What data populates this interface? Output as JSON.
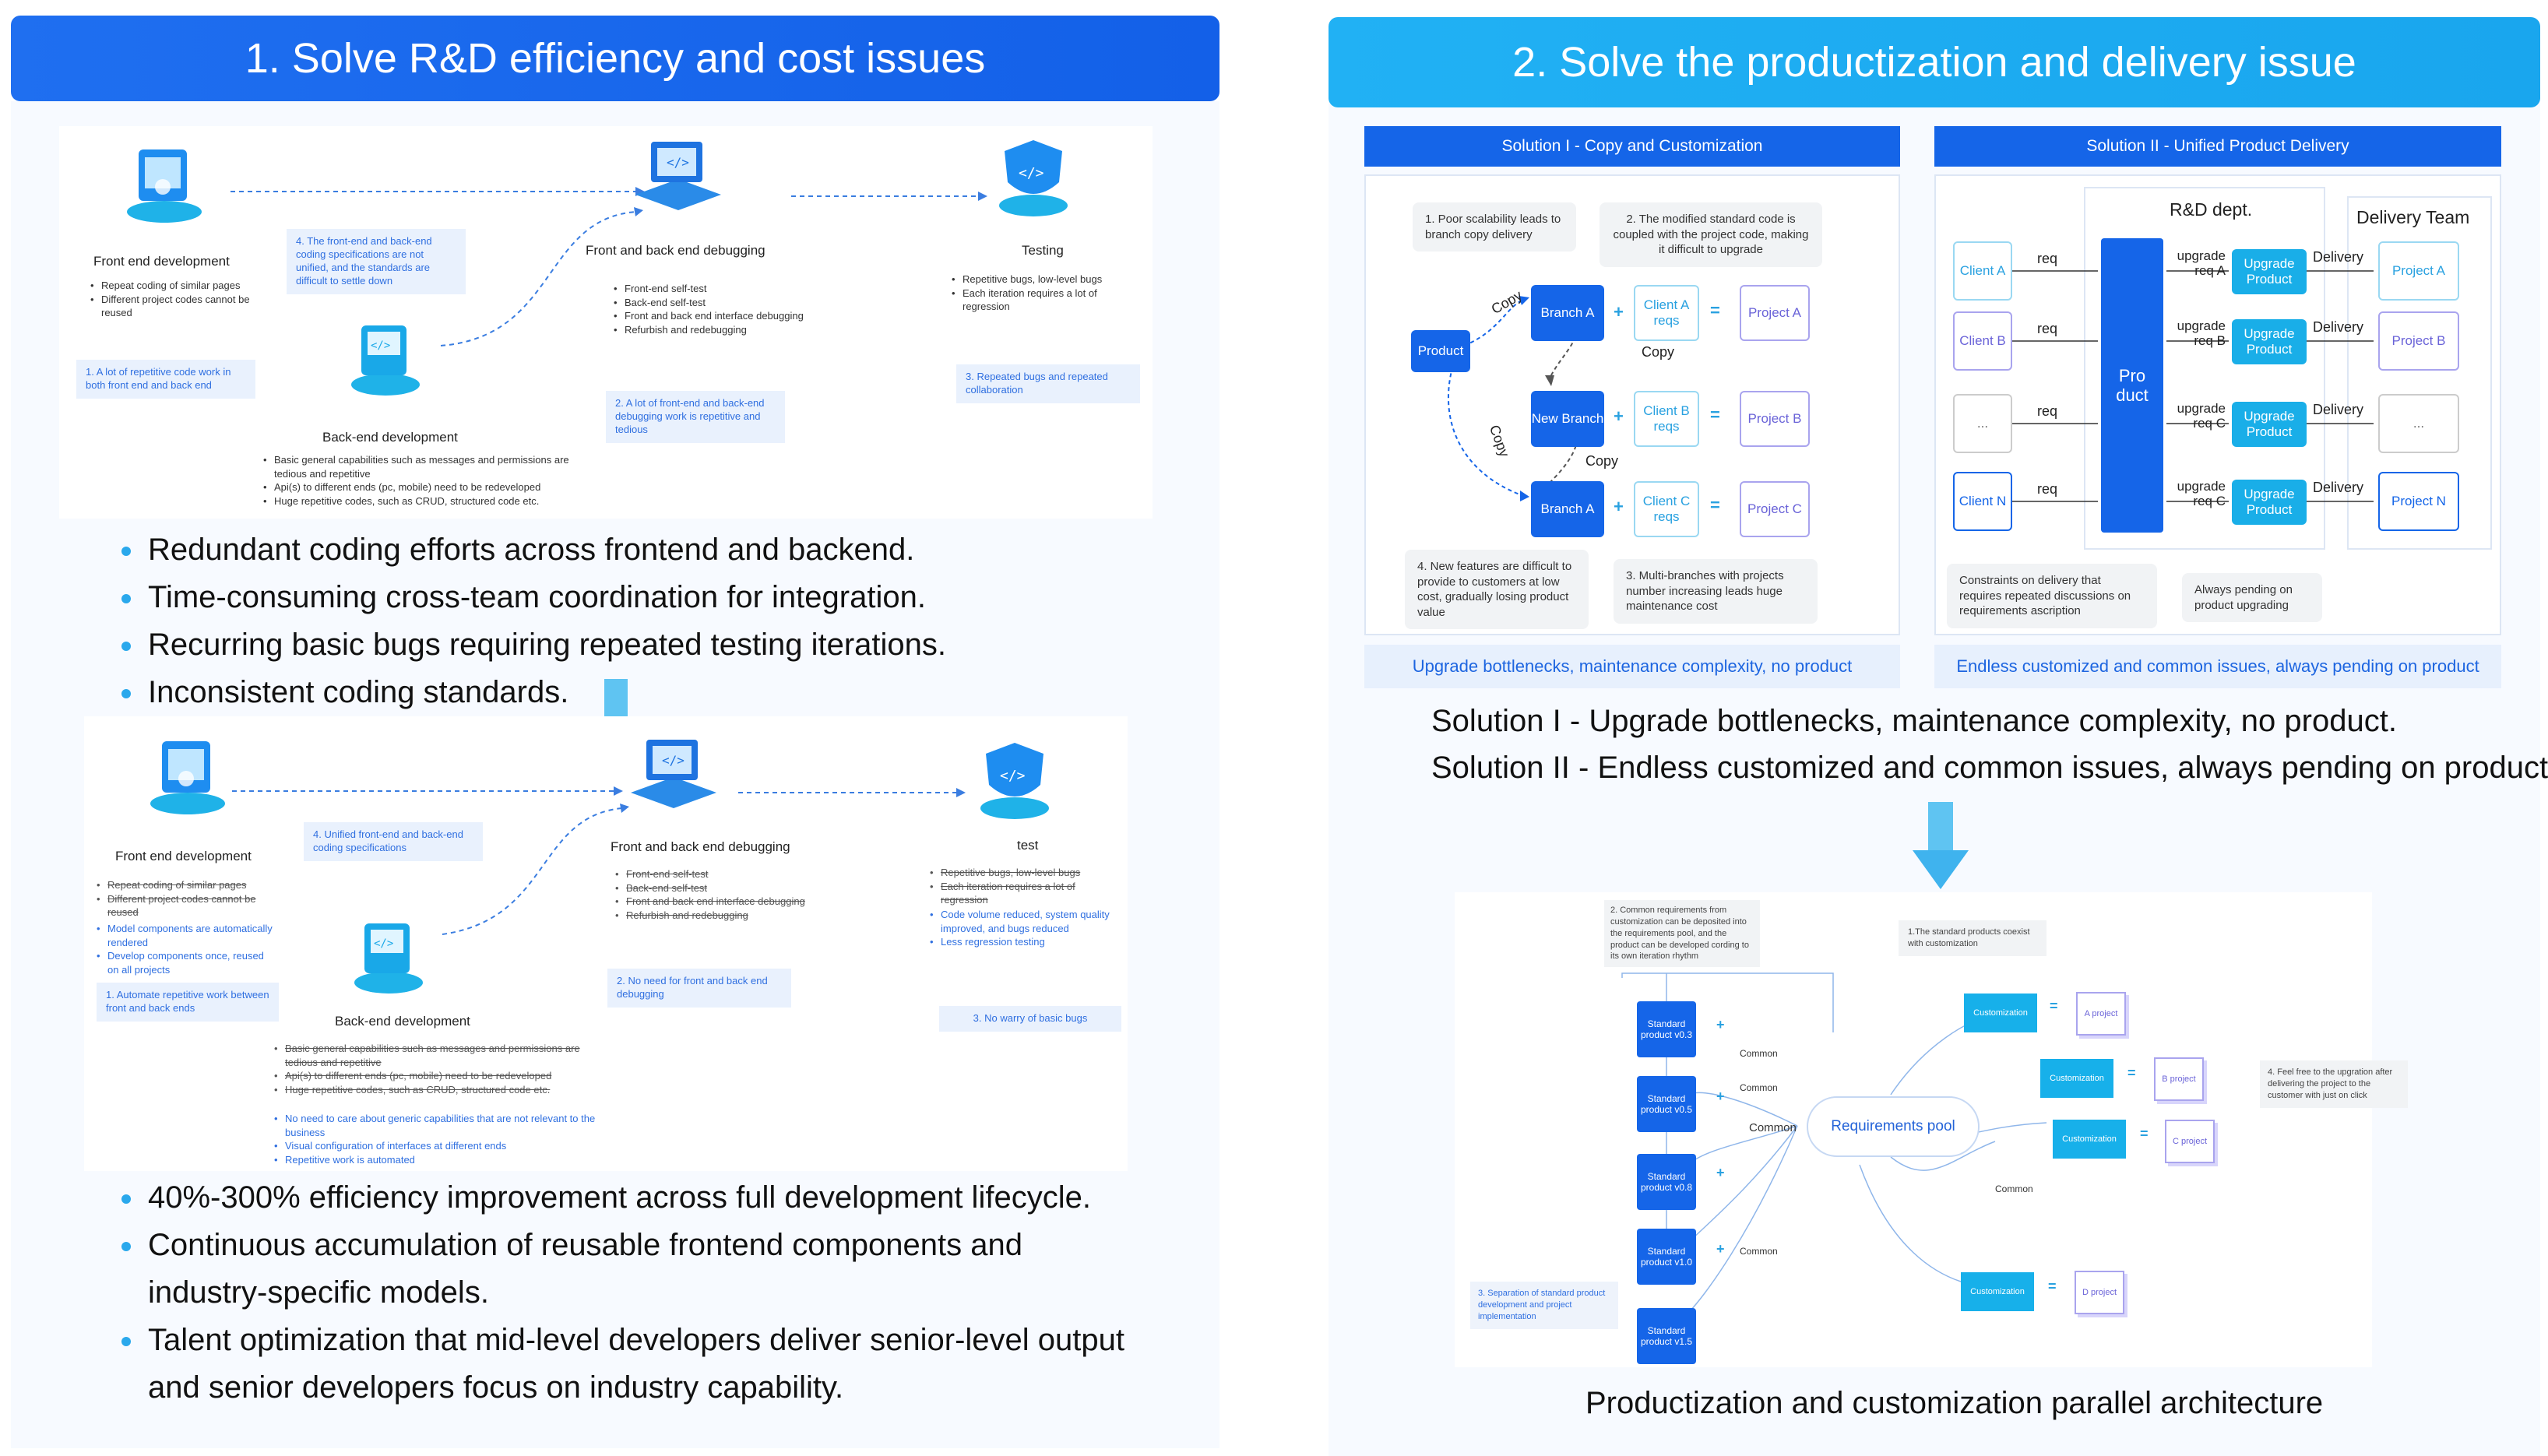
{
  "left": {
    "header": "1. Solve R&D efficiency and cost issues",
    "top": {
      "fe_title": "Front end development",
      "fe_items": [
        "Repeat coding of similar pages",
        "Different project codes cannot be reused"
      ],
      "fe_note": "1. A lot of repetitive code work in both front end and back end",
      "spec_note": "4. The front-end and back-end coding specifications are not unified, and the standards are difficult to settle down",
      "dbg_title": "Front and back end debugging",
      "dbg_items": [
        "Front-end self-test",
        "Back-end self-test",
        "Front and back end interface debugging",
        "Refurbish and redebugging"
      ],
      "dbg_note": "2. A lot of front-end and back-end debugging work is repetitive and tedious",
      "test_title": "Testing",
      "test_items": [
        "Repetitive bugs, low-level bugs",
        "Each iteration requires a lot of regression"
      ],
      "test_note": "3. Repeated bugs and repeated collaboration",
      "be_title": "Back-end development",
      "be_items": [
        "Basic general capabilities such as messages and permissions are tedious and repetitive",
        "Api(s) to different ends (pc, mobile) need to be redeveloped",
        "Huge repetitive codes, such as CRUD, structured code etc."
      ]
    },
    "bullets1": [
      "Redundant coding efforts across frontend and backend.",
      "Time-consuming cross-team coordination for integration.",
      "Recurring basic bugs requiring repeated testing iterations.",
      "Inconsistent coding standards."
    ],
    "bottom": {
      "fe_title": "Front end development",
      "fe_struck": [
        "Repeat coding of similar pages",
        "Different project codes cannot be reused"
      ],
      "fe_new": [
        "Model components are automatically rendered",
        "Develop components once, reused on all projects"
      ],
      "fe_note": "1. Automate repetitive work between front and back ends",
      "spec_note": "4. Unified front-end and back-end coding specifications",
      "dbg_title": "Front and back end debugging",
      "dbg_struck": [
        "Front-end self-test",
        "Back-end self-test",
        "Front and back end interface debugging",
        "Refurbish and redebugging"
      ],
      "dbg_note": "2. No need for front and back end debugging",
      "test_title": "test",
      "test_struck": [
        "Repetitive bugs, low-level bugs",
        "Each iteration requires a lot of regression"
      ],
      "test_new": [
        "Code volume reduced, system quality improved, and bugs reduced",
        "Less regression testing"
      ],
      "test_note": "3. No warry of basic bugs",
      "be_title": "Back-end development",
      "be_struck": [
        "Basic general capabilities such as messages and permissions are tedious and repetitive",
        "Api(s) to different ends (pc, mobile) need to be redeveloped",
        "Huge repetitive codes, such as CRUD, structured code etc."
      ],
      "be_new": [
        "No need to care about generic capabilities that are not relevant to the business",
        "Visual configuration of interfaces at different ends",
        "Repetitive work is automated"
      ]
    },
    "bullets2": [
      "40%-300% efficiency improvement across full development lifecycle.",
      "Continuous accumulation of reusable frontend components and industry-specific models.",
      "Talent optimization that mid-level developers deliver senior-level output and senior developers focus on industry capability."
    ]
  },
  "right": {
    "header": "2. Solve the productization and delivery issue",
    "sol1": {
      "title": "Solution I - Copy and Customization",
      "note1": "1. Poor scalability leads to branch copy delivery",
      "note2": "2. The modified standard code is coupled with the project code, making it difficult to upgrade",
      "note3": "3.  Multi-branches with projects number increasing leads huge maintenance cost",
      "note4": "4. New features are difficult to provide to customers at low cost, gradually losing product value",
      "product": "Product",
      "branch_a": "Branch A",
      "new_branch": "New Branch",
      "branch_a2": "Branch A",
      "client_a": "Client A reqs",
      "client_b": "Client B reqs",
      "client_c": "Client C reqs",
      "proj_a": "Project A",
      "proj_b": "Project B",
      "proj_c": "Project C",
      "copy": "Copy",
      "caption": "Upgrade bottlenecks, maintenance complexity, no product"
    },
    "sol2": {
      "title": "Solution II - Unified Product Delivery",
      "rd": "R&D dept.",
      "delivery_team": "Delivery Team",
      "product": "Pro duct",
      "clients": [
        "Client A",
        "Client B",
        "...",
        "Client N"
      ],
      "projects": [
        "Project A",
        "Project B",
        "...",
        "Project N"
      ],
      "req": "req",
      "upgrade_reqs": [
        "upgrade req A",
        "upgrade req B",
        "upgrade req C",
        "upgrade req C"
      ],
      "upgrade_product": "Upgrade Product",
      "delivery": "Delivery",
      "note1": "Constraints on delivery that requires repeated discussions on requirements ascription",
      "note2": "Always pending on product upgrading",
      "caption": "Endless customized and common issues, always pending on product"
    },
    "summary": [
      "Solution I - Upgrade bottlenecks, maintenance complexity, no product.",
      "Solution II - Endless customized and common issues, always pending on product."
    ],
    "arch": {
      "note1": "2. Common requirements from customization can be deposited into the requirements pool, and the product can be developed cording to its own iteration rhythm",
      "note2": "1.The standard products coexist with customization",
      "note3": "4. Feel free to the upgration after delivering the project to the customer with just on click",
      "note4": "3. Separation of standard product development and project implementation",
      "standard": [
        "Standard product v0.3",
        "Standard product v0.5",
        "Standard product v0.8",
        "Standard product v1.0",
        "Standard product v1.5"
      ],
      "common": "Common",
      "pool": "Requirements pool",
      "customization": "Customization",
      "projects": [
        "A project",
        "B project",
        "C project",
        "D project"
      ]
    },
    "caption": "Productization and customization parallel architecture"
  }
}
